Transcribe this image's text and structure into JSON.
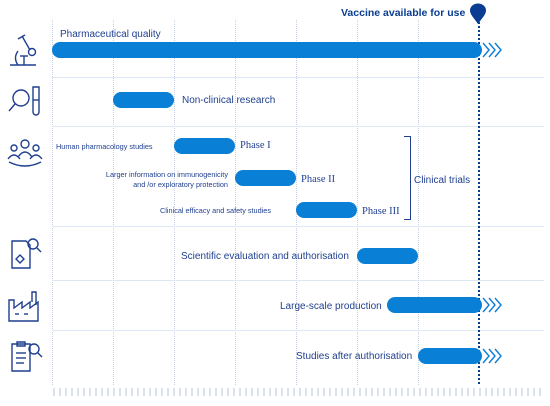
{
  "milestone": {
    "label": "Vaccine available for use",
    "color": "#0a3d91"
  },
  "colors": {
    "bar": "#0a7fd6",
    "text": "#1f3f8f",
    "grid": "#c4cfe3"
  },
  "rows": [
    {
      "id": "quality",
      "label": "Pharmaceutical quality",
      "icon": "microscope-icon"
    },
    {
      "id": "nonclinical",
      "label": "Non-clinical research",
      "icon": "magnifier-test-tube-icon"
    },
    {
      "id": "clinical",
      "icon": "people-group-icon",
      "phases": [
        {
          "desc": "Human pharmacology studies",
          "phase": "Phase I"
        },
        {
          "desc": "Larger information on immunogenicity",
          "desc2": "and /or exploratory protection",
          "phase": "Phase II"
        },
        {
          "desc": "Clinical efficacy and safety studies",
          "phase": "Phase III"
        }
      ],
      "group_label": "Clinical trials"
    },
    {
      "id": "evaluation",
      "label": "Scientific evaluation and authorisation",
      "icon": "document-magnifier-icon"
    },
    {
      "id": "production",
      "label": "Large-scale production",
      "icon": "factory-icon"
    },
    {
      "id": "post",
      "label": "Studies after authorisation",
      "icon": "clipboard-magnifier-icon"
    }
  ]
}
